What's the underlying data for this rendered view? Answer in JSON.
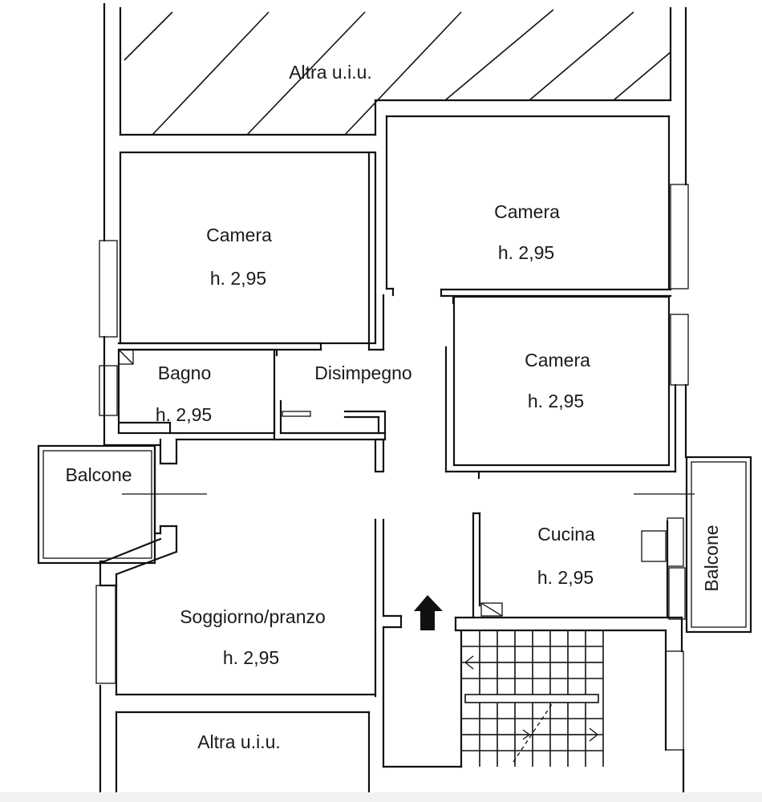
{
  "rooms": {
    "altra_top": {
      "name": "Altra u.i.u."
    },
    "camera_left": {
      "name": "Camera",
      "height": "h. 2,95"
    },
    "camera_right_top": {
      "name": "Camera",
      "height": "h. 2,95"
    },
    "camera_right_mid": {
      "name": "Camera",
      "height": "h. 2,95"
    },
    "bagno": {
      "name": "Bagno",
      "height": "h. 2,95"
    },
    "disimpegno": {
      "name": "Disimpegno"
    },
    "balcone_left": {
      "name": "Balcone"
    },
    "balcone_right": {
      "name": "Balcone"
    },
    "cucina": {
      "name": "Cucina",
      "height": "h. 2,95"
    },
    "soggiorno": {
      "name": "Soggiorno/pranzo",
      "height": "h. 2,95"
    },
    "altra_bottom": {
      "name": "Altra u.i.u."
    }
  }
}
